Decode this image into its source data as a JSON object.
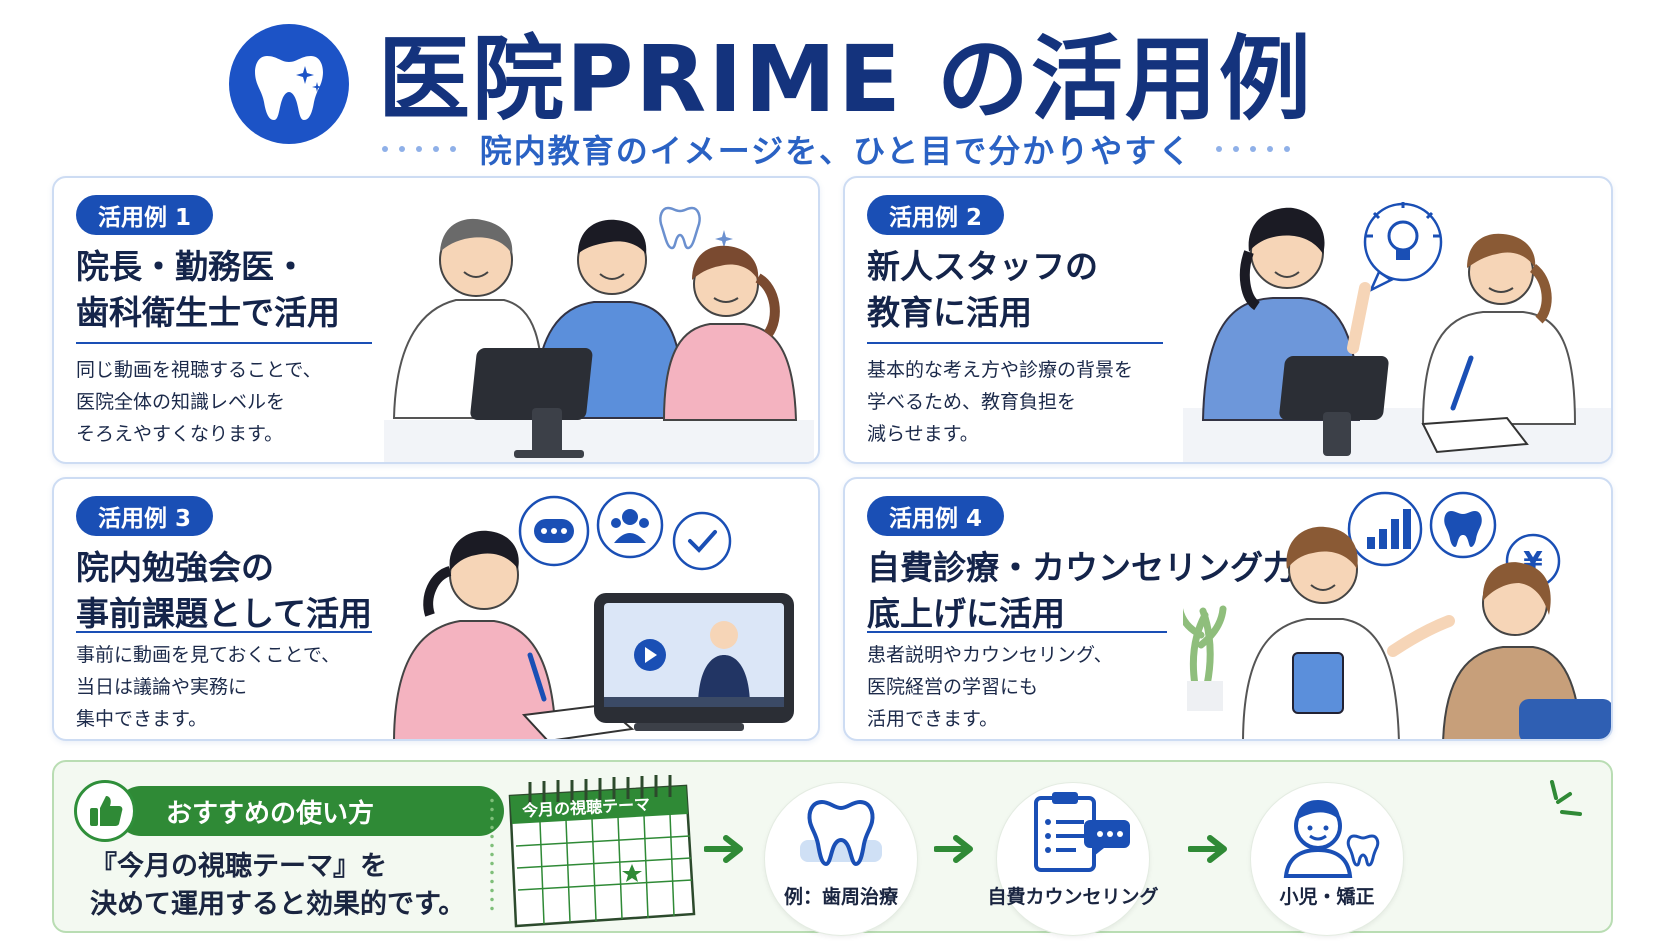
{
  "header": {
    "title": "医院PRIME の活用例",
    "subtitle": "院内教育のイメージを、ひと目で分かりやすく",
    "logo_icon": "tooth-sparkle-icon"
  },
  "cases": [
    {
      "badge": "活用例 1",
      "title_lines": [
        "院長・勤務医・",
        "歯科衛生士で活用"
      ],
      "desc_lines": [
        "同じ動画を視聴することで、",
        "医院全体の知識レベルを",
        "そろえやすくなります。"
      ]
    },
    {
      "badge": "活用例 2",
      "title_lines": [
        "新人スタッフの",
        "教育に活用"
      ],
      "desc_lines": [
        "基本的な考え方や診療の背景を",
        "学べるため、教育負担を",
        "減らせます。"
      ]
    },
    {
      "badge": "活用例 3",
      "title_lines": [
        "院内勉強会の",
        "事前課題として活用"
      ],
      "desc_lines": [
        "事前に動画を見ておくことで、",
        "当日は議論や実務に",
        "集中できます。"
      ]
    },
    {
      "badge": "活用例 4",
      "title_lines": [
        "自費診療・カウンセリング力の",
        "底上げに活用"
      ],
      "desc_lines": [
        "患者説明やカウンセリング、",
        "医院経営の学習にも",
        "活用できます。"
      ]
    }
  ],
  "recommend": {
    "label": "おすすめの使い方",
    "text_lines": [
      "『今月の視聴テーマ』を",
      "決めて運用すると効果的です。"
    ],
    "calendar_title": "今月の視聴テーマ",
    "steps": [
      {
        "label": "例：歯周治療",
        "icon": "tooth-icon"
      },
      {
        "label": "自費カウンセリング",
        "icon": "clipboard-chat-icon"
      },
      {
        "label": "小児・矯正",
        "icon": "child-tooth-icon"
      }
    ]
  },
  "colors": {
    "navy": "#14337d",
    "blue": "#1a4fb5",
    "green": "#2f8a36"
  }
}
